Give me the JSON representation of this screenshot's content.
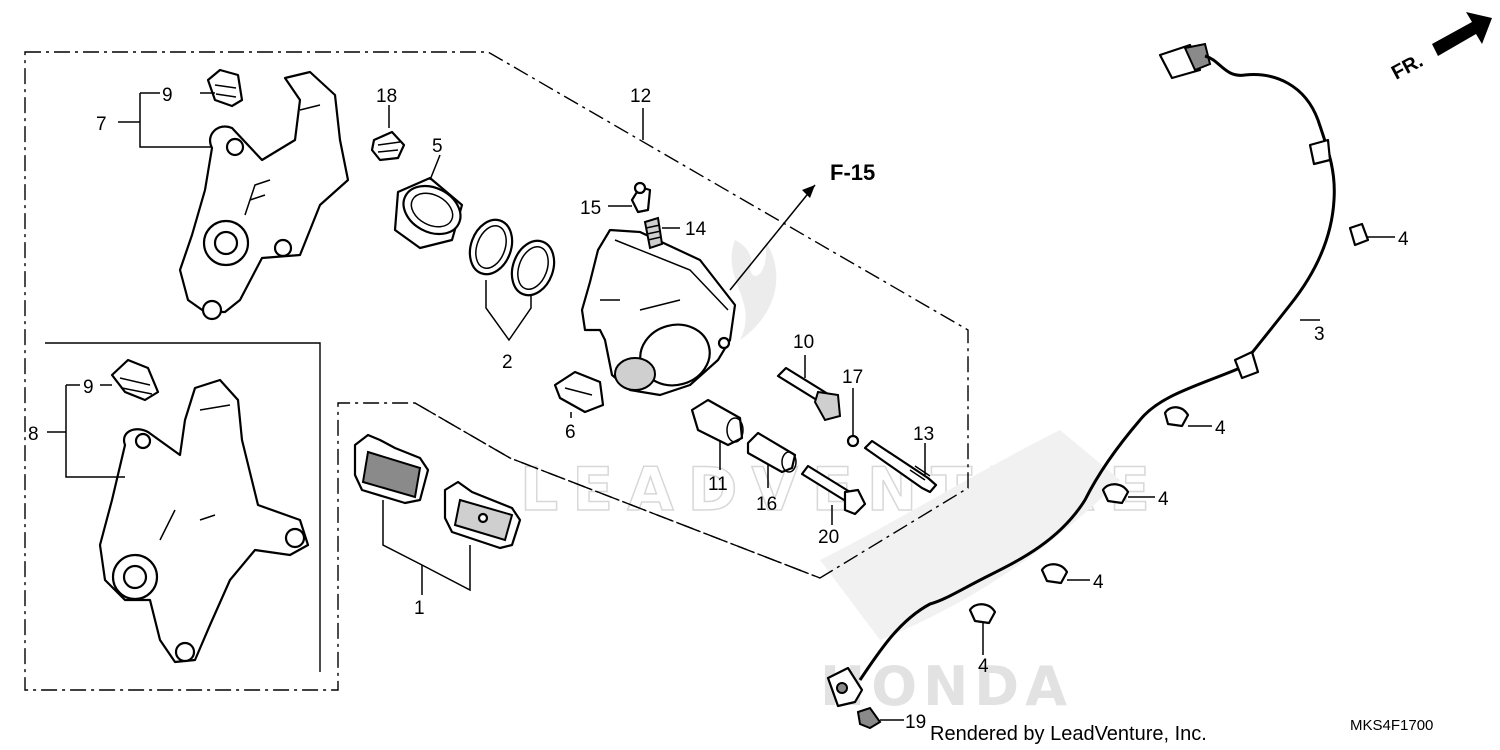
{
  "diagram": {
    "direction_label": "FR.",
    "reference_label": "F-15",
    "footer_text": "Rendered by LeadVenture, Inc.",
    "diagram_code": "MKS4F1700",
    "watermark": {
      "top": "LEADVENTURE",
      "bottom": "HONDA"
    },
    "callouts": {
      "c1": "1",
      "c2": "2",
      "c3": "3",
      "c4a": "4",
      "c4b": "4",
      "c4c": "4",
      "c4d": "4",
      "c4e": "4",
      "c5": "5",
      "c6": "6",
      "c7": "7",
      "c8": "8",
      "c9a": "9",
      "c9b": "9",
      "c10": "10",
      "c11": "11",
      "c12": "12",
      "c13": "13",
      "c14": "14",
      "c15": "15",
      "c16": "16",
      "c17": "17",
      "c18": "18",
      "c19": "19",
      "c20": "20"
    }
  },
  "colors": {
    "ink": "#000000",
    "part_fill": "#ffffff",
    "shade": "#cfcfcf",
    "watermark": "#d8d8d8"
  },
  "icons": [
    "front-direction-arrow-icon",
    "reference-arrow-icon"
  ]
}
